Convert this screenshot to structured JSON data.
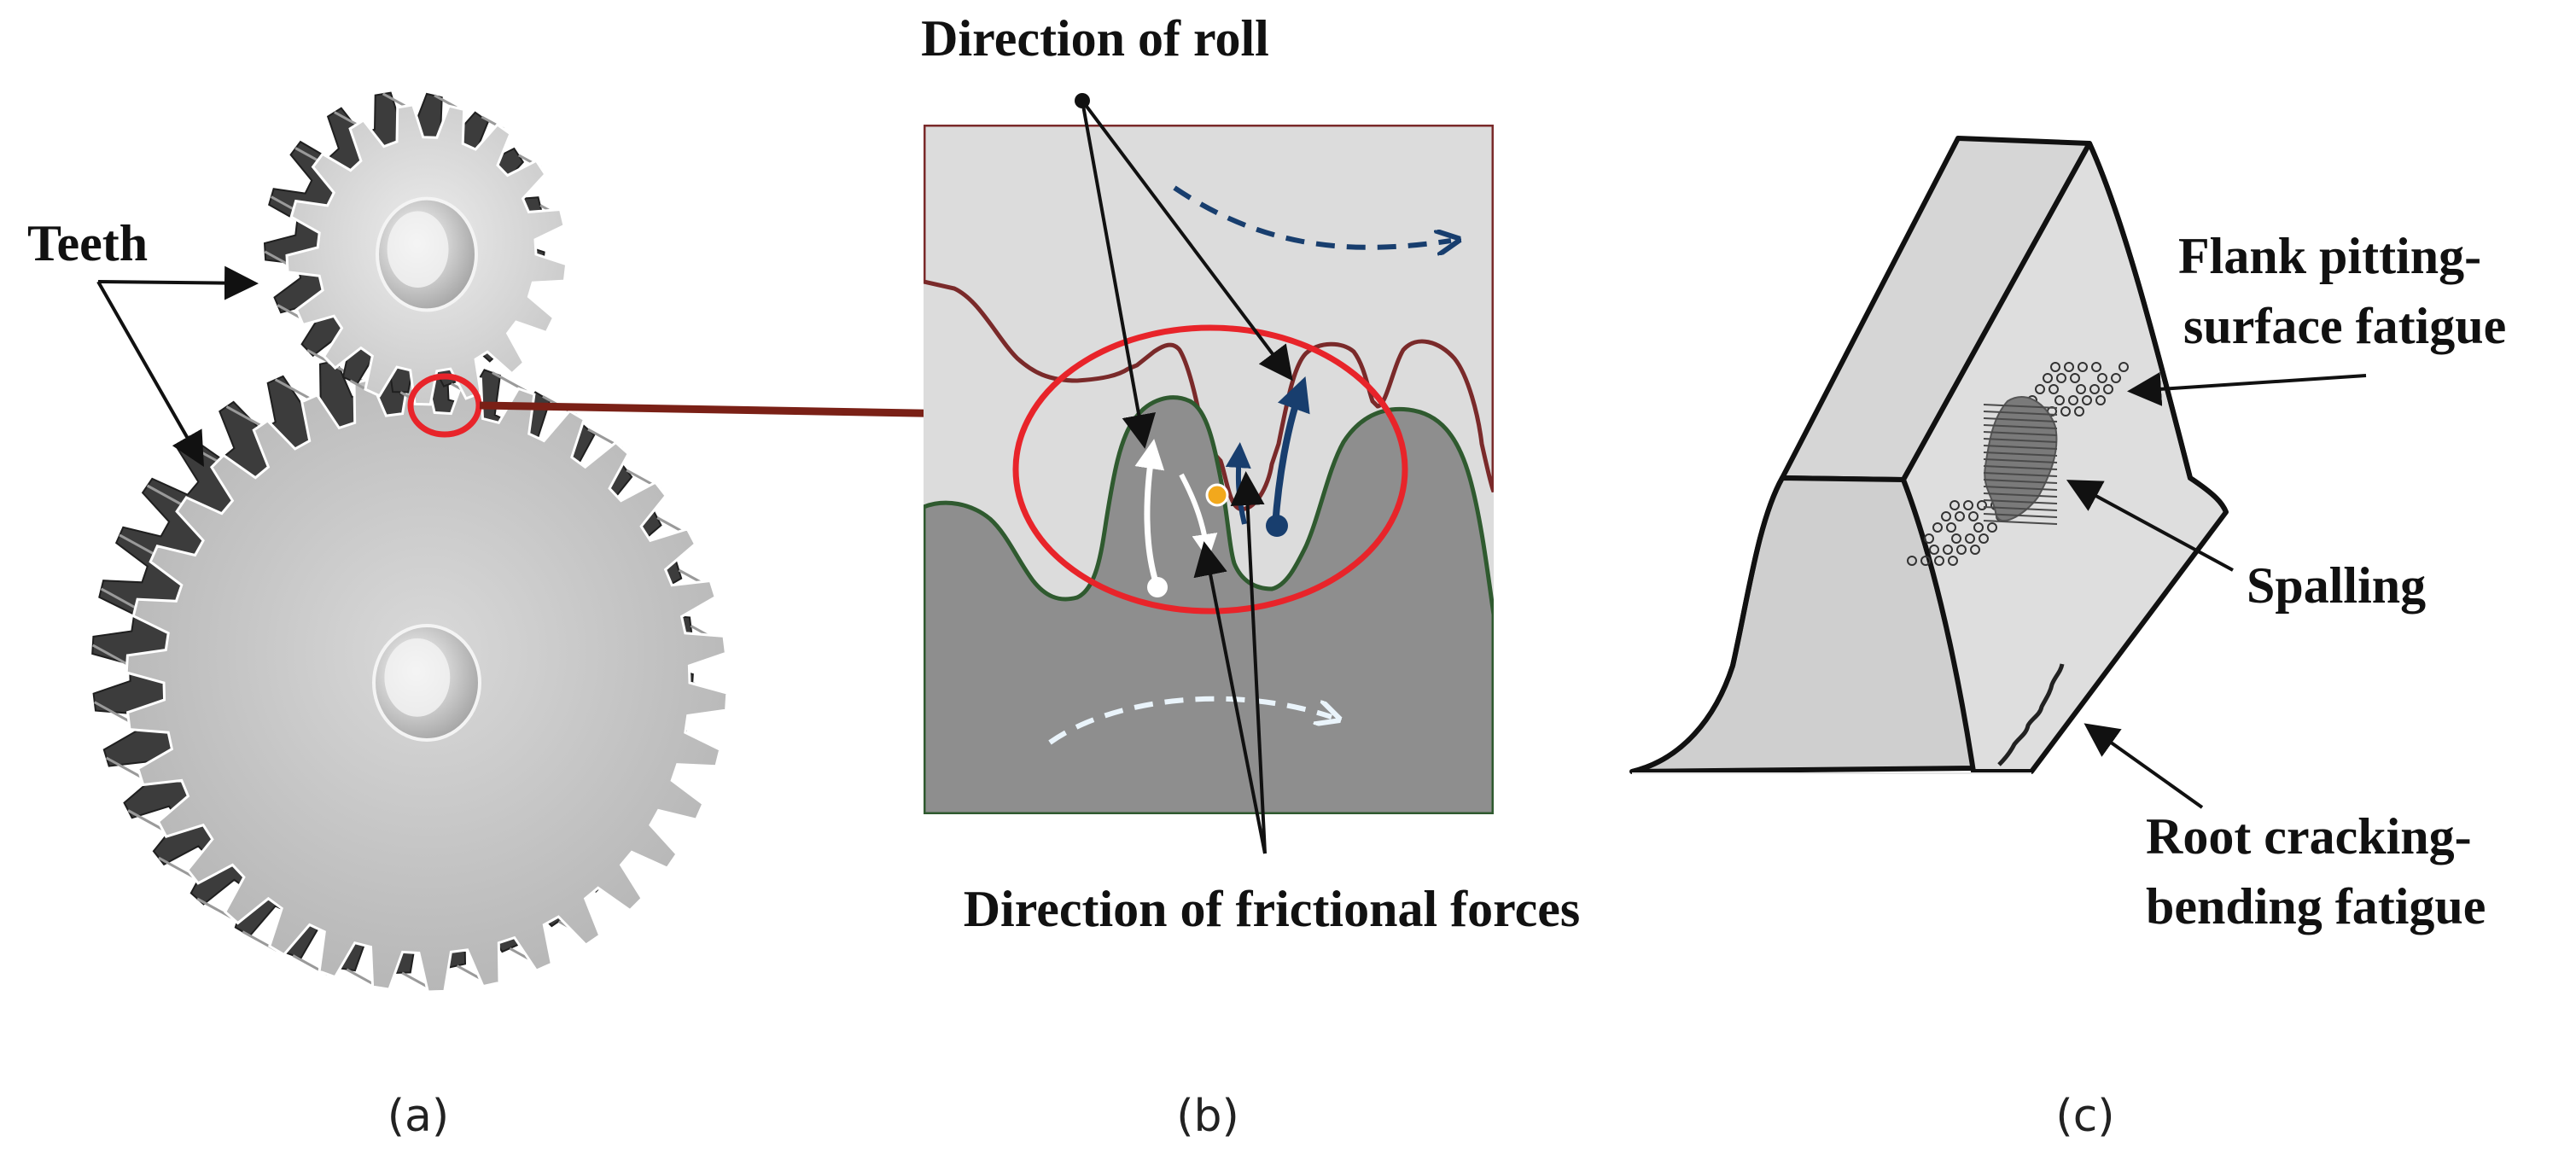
{
  "figure": {
    "panel_a": {
      "caption": "(a)",
      "label_teeth": "Teeth"
    },
    "panel_b": {
      "caption": "(b)",
      "label_roll": "Direction of roll",
      "label_friction": "Direction of frictional forces"
    },
    "panel_c": {
      "caption": "(c)",
      "label_pitting_1": "Flank pitting-",
      "label_pitting_2": "surface fatigue",
      "label_spalling": "Spalling",
      "label_root_1": "Root cracking-",
      "label_root_2": "bending fatigue"
    },
    "colors": {
      "highlight": "#e8242a",
      "callout_arrow": "#7a2016",
      "pinion_outline": "#7a2a2a",
      "gear_outline": "#2f5a2f",
      "roll_dark": "#183e6e",
      "contact_point": "#f2a81c"
    }
  }
}
